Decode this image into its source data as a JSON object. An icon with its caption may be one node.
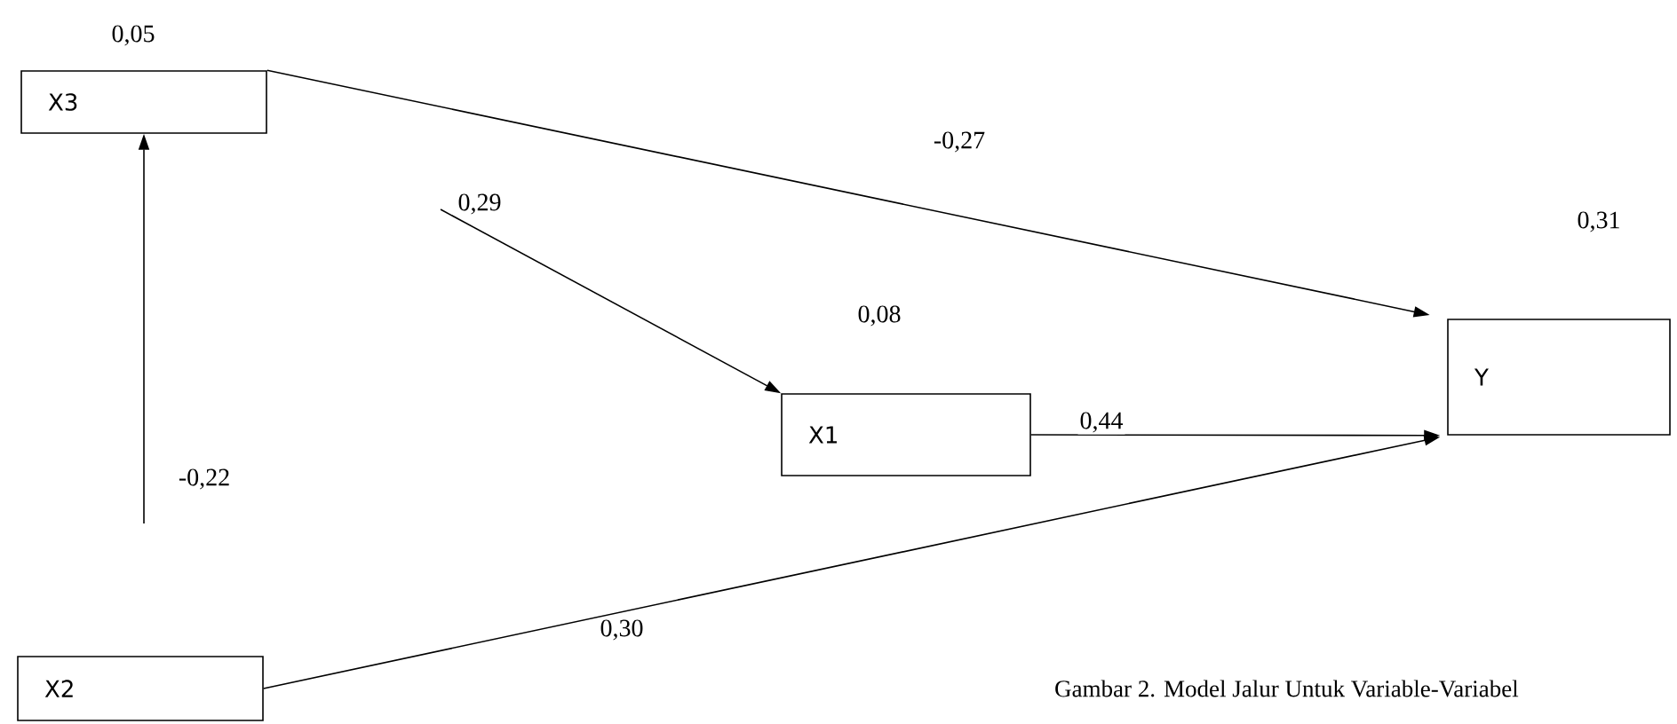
{
  "diagram": {
    "caption": "Gambar 2. Model Jalur Untuk Variable-Variabel",
    "nodes": [
      {
        "text": [
          "X3"
        ],
        "beside": [
          "0,05"
        ]
      },
      {
        "text": [
          "X1"
        ],
        "beside": [
          "0,08"
        ]
      },
      {
        "text": [
          "Y"
        ],
        "beside": [
          "0,31"
        ]
      },
      {
        "text": [
          "X2"
        ]
      }
    ],
    "edges": [
      {
        "from": 0,
        "to": 2,
        "arrow": "to",
        "label": "-0,27"
      },
      {
        "from": null,
        "to": 1,
        "arrow": "to",
        "label": "0,29"
      },
      {
        "from": 1,
        "to": 2,
        "arrow": "to",
        "label": "0,44"
      },
      {
        "from": 3,
        "to": 2,
        "arrow": "to",
        "label": "0,30"
      },
      {
        "from": null,
        "to": 0,
        "arrow": "to",
        "label": "-0,22"
      }
    ]
  }
}
